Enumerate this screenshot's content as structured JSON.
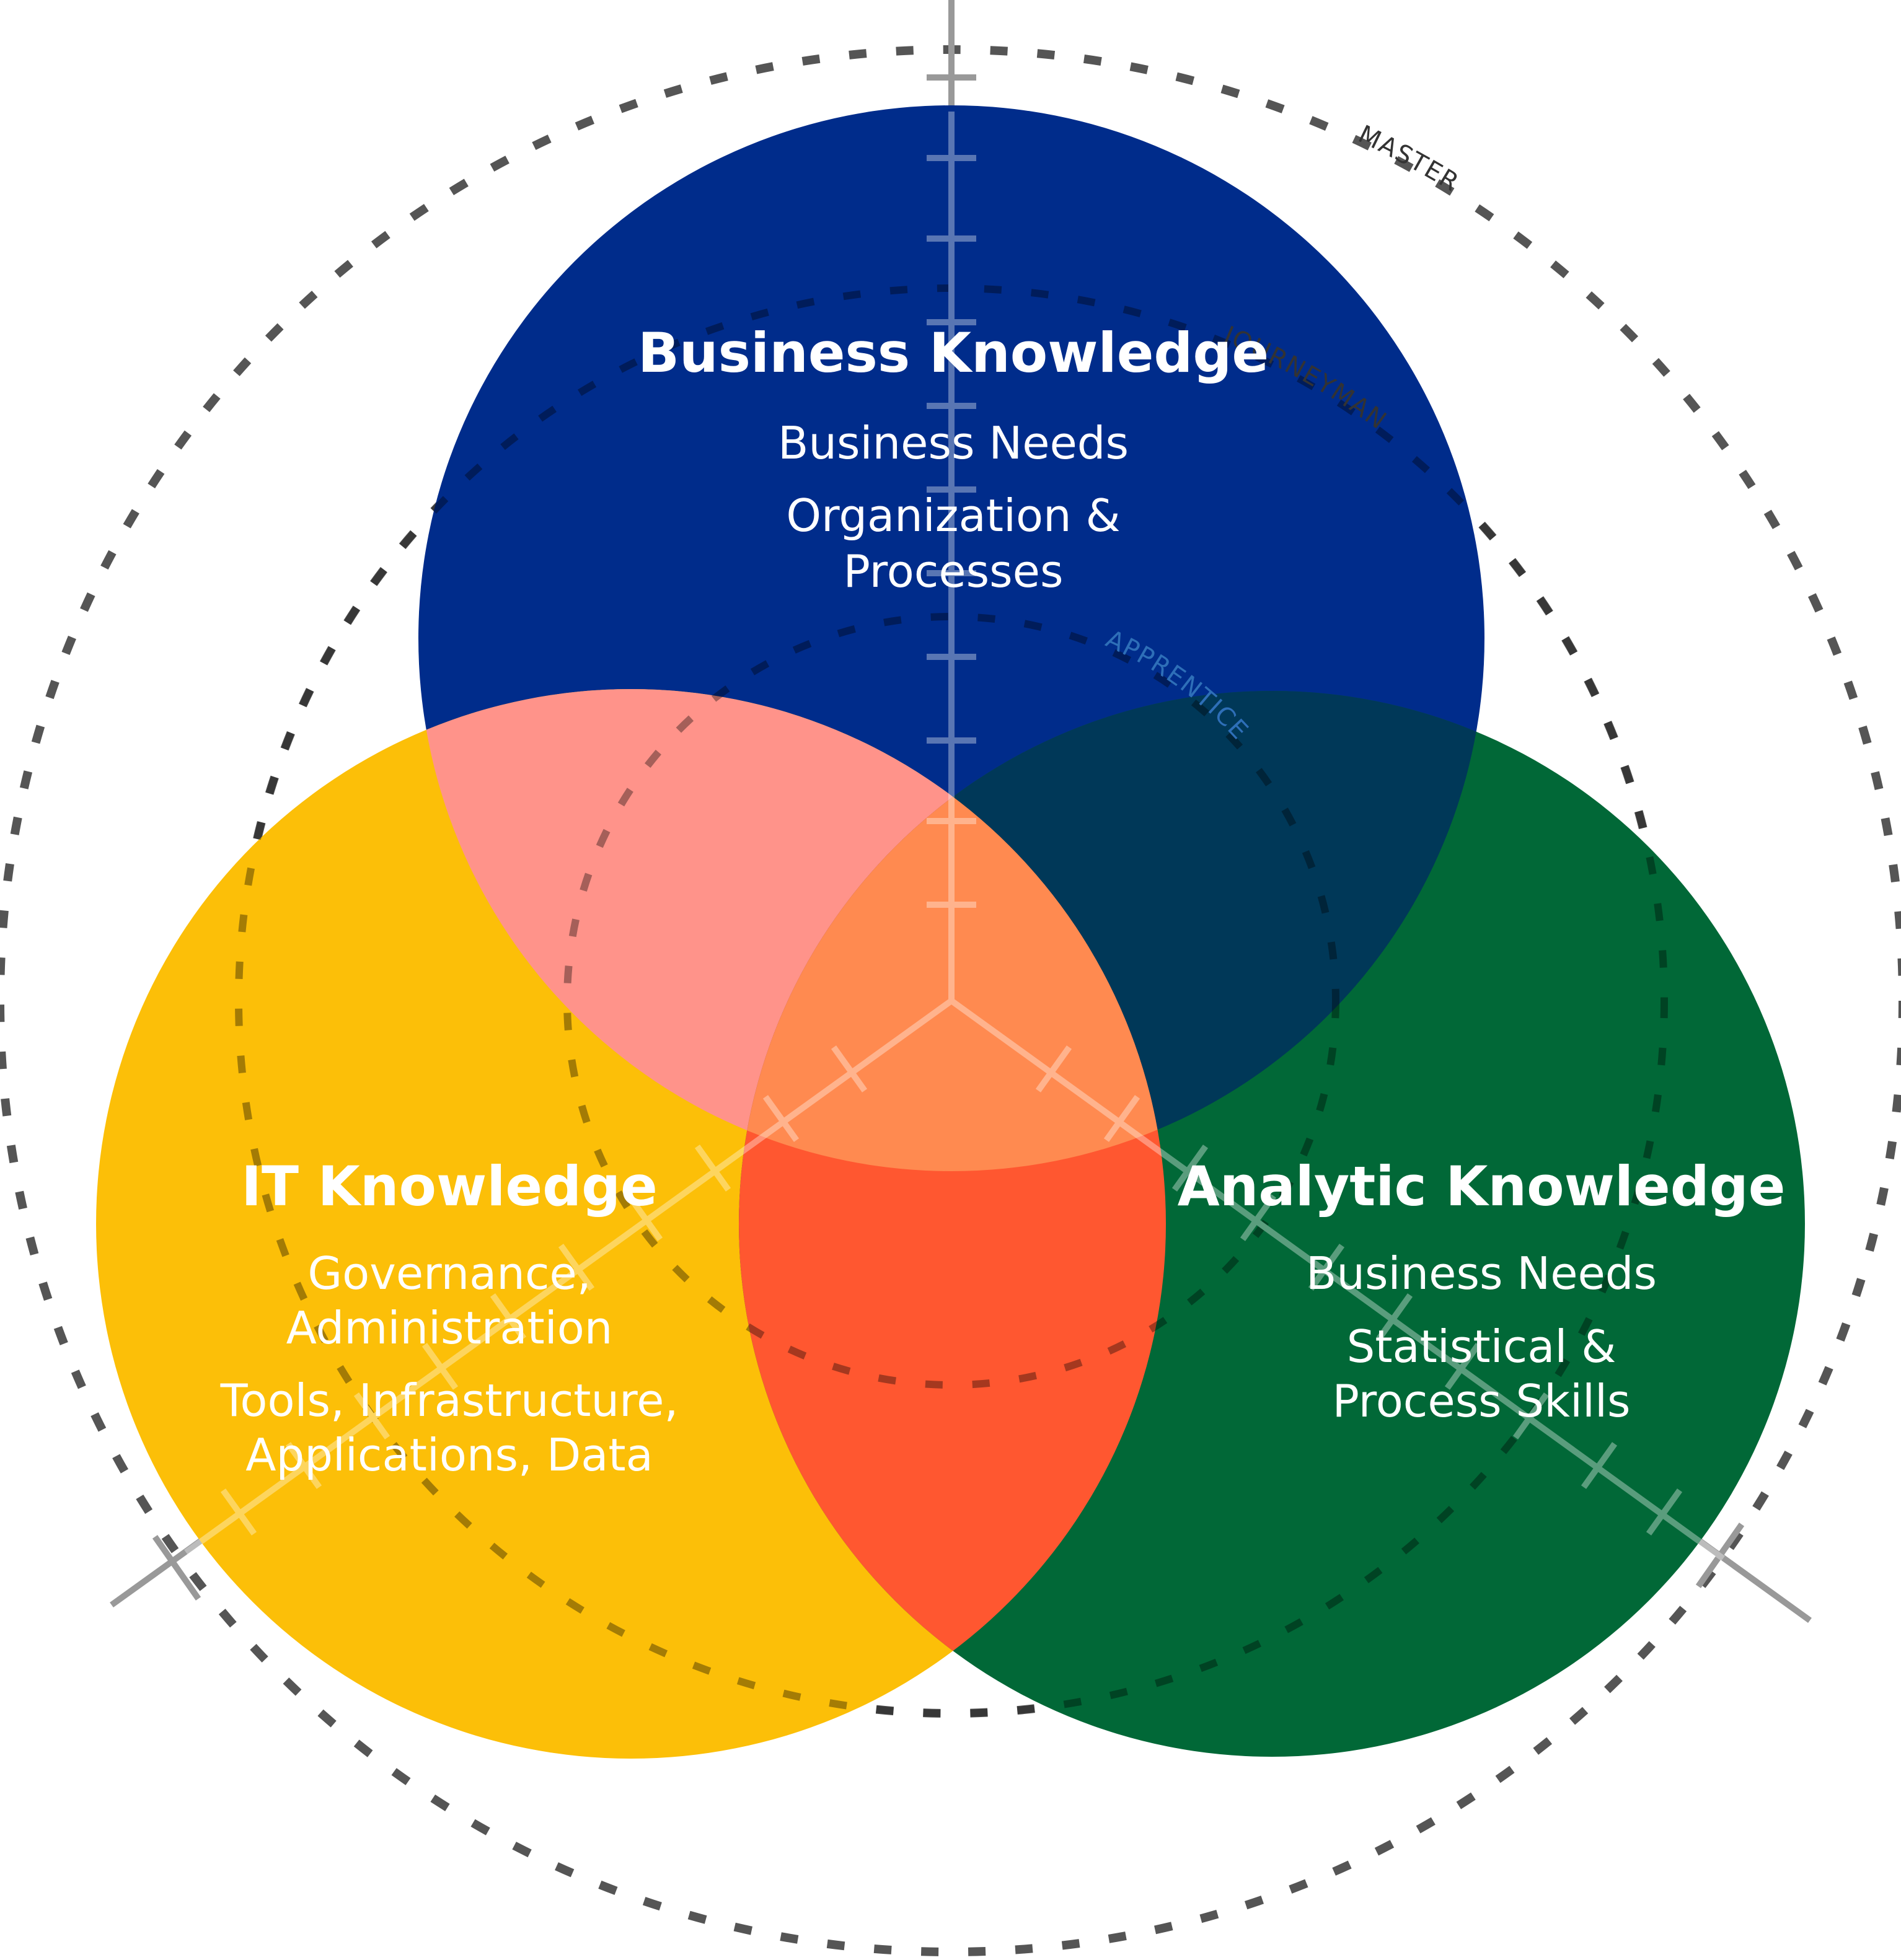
{
  "circles": {
    "business": {
      "title": "Business Knowledge",
      "items": [
        [
          "Business Needs"
        ],
        [
          "Organization &",
          "Processes"
        ]
      ],
      "color": "#002C8B"
    },
    "it": {
      "title": "IT Knowledge",
      "items": [
        [
          "Governance,",
          "Administration"
        ],
        [
          "Tools, Infrastructure,",
          "Applications, Data"
        ]
      ],
      "color": "#FCBF08"
    },
    "analytic": {
      "title": "Analytic Knowledge",
      "items": [
        [
          "Business Needs"
        ],
        [
          "Statistical &",
          "Process Skills"
        ]
      ],
      "color": "#016837"
    }
  },
  "overlap_colors": {
    "business_it": "#FF938A",
    "business_analytic": "#003858",
    "it_analytic": "#FF5730",
    "center": "#FF8A50"
  },
  "levels": {
    "apprentice": {
      "label": "APPRENTICE",
      "color": "#2E6FB8"
    },
    "journeyman": {
      "label": "JOURNEYMAN",
      "color": "#333333"
    },
    "master": {
      "label": "MASTER",
      "color": "#333333"
    }
  },
  "ring_color": "#555555",
  "axis_color": "#999999"
}
